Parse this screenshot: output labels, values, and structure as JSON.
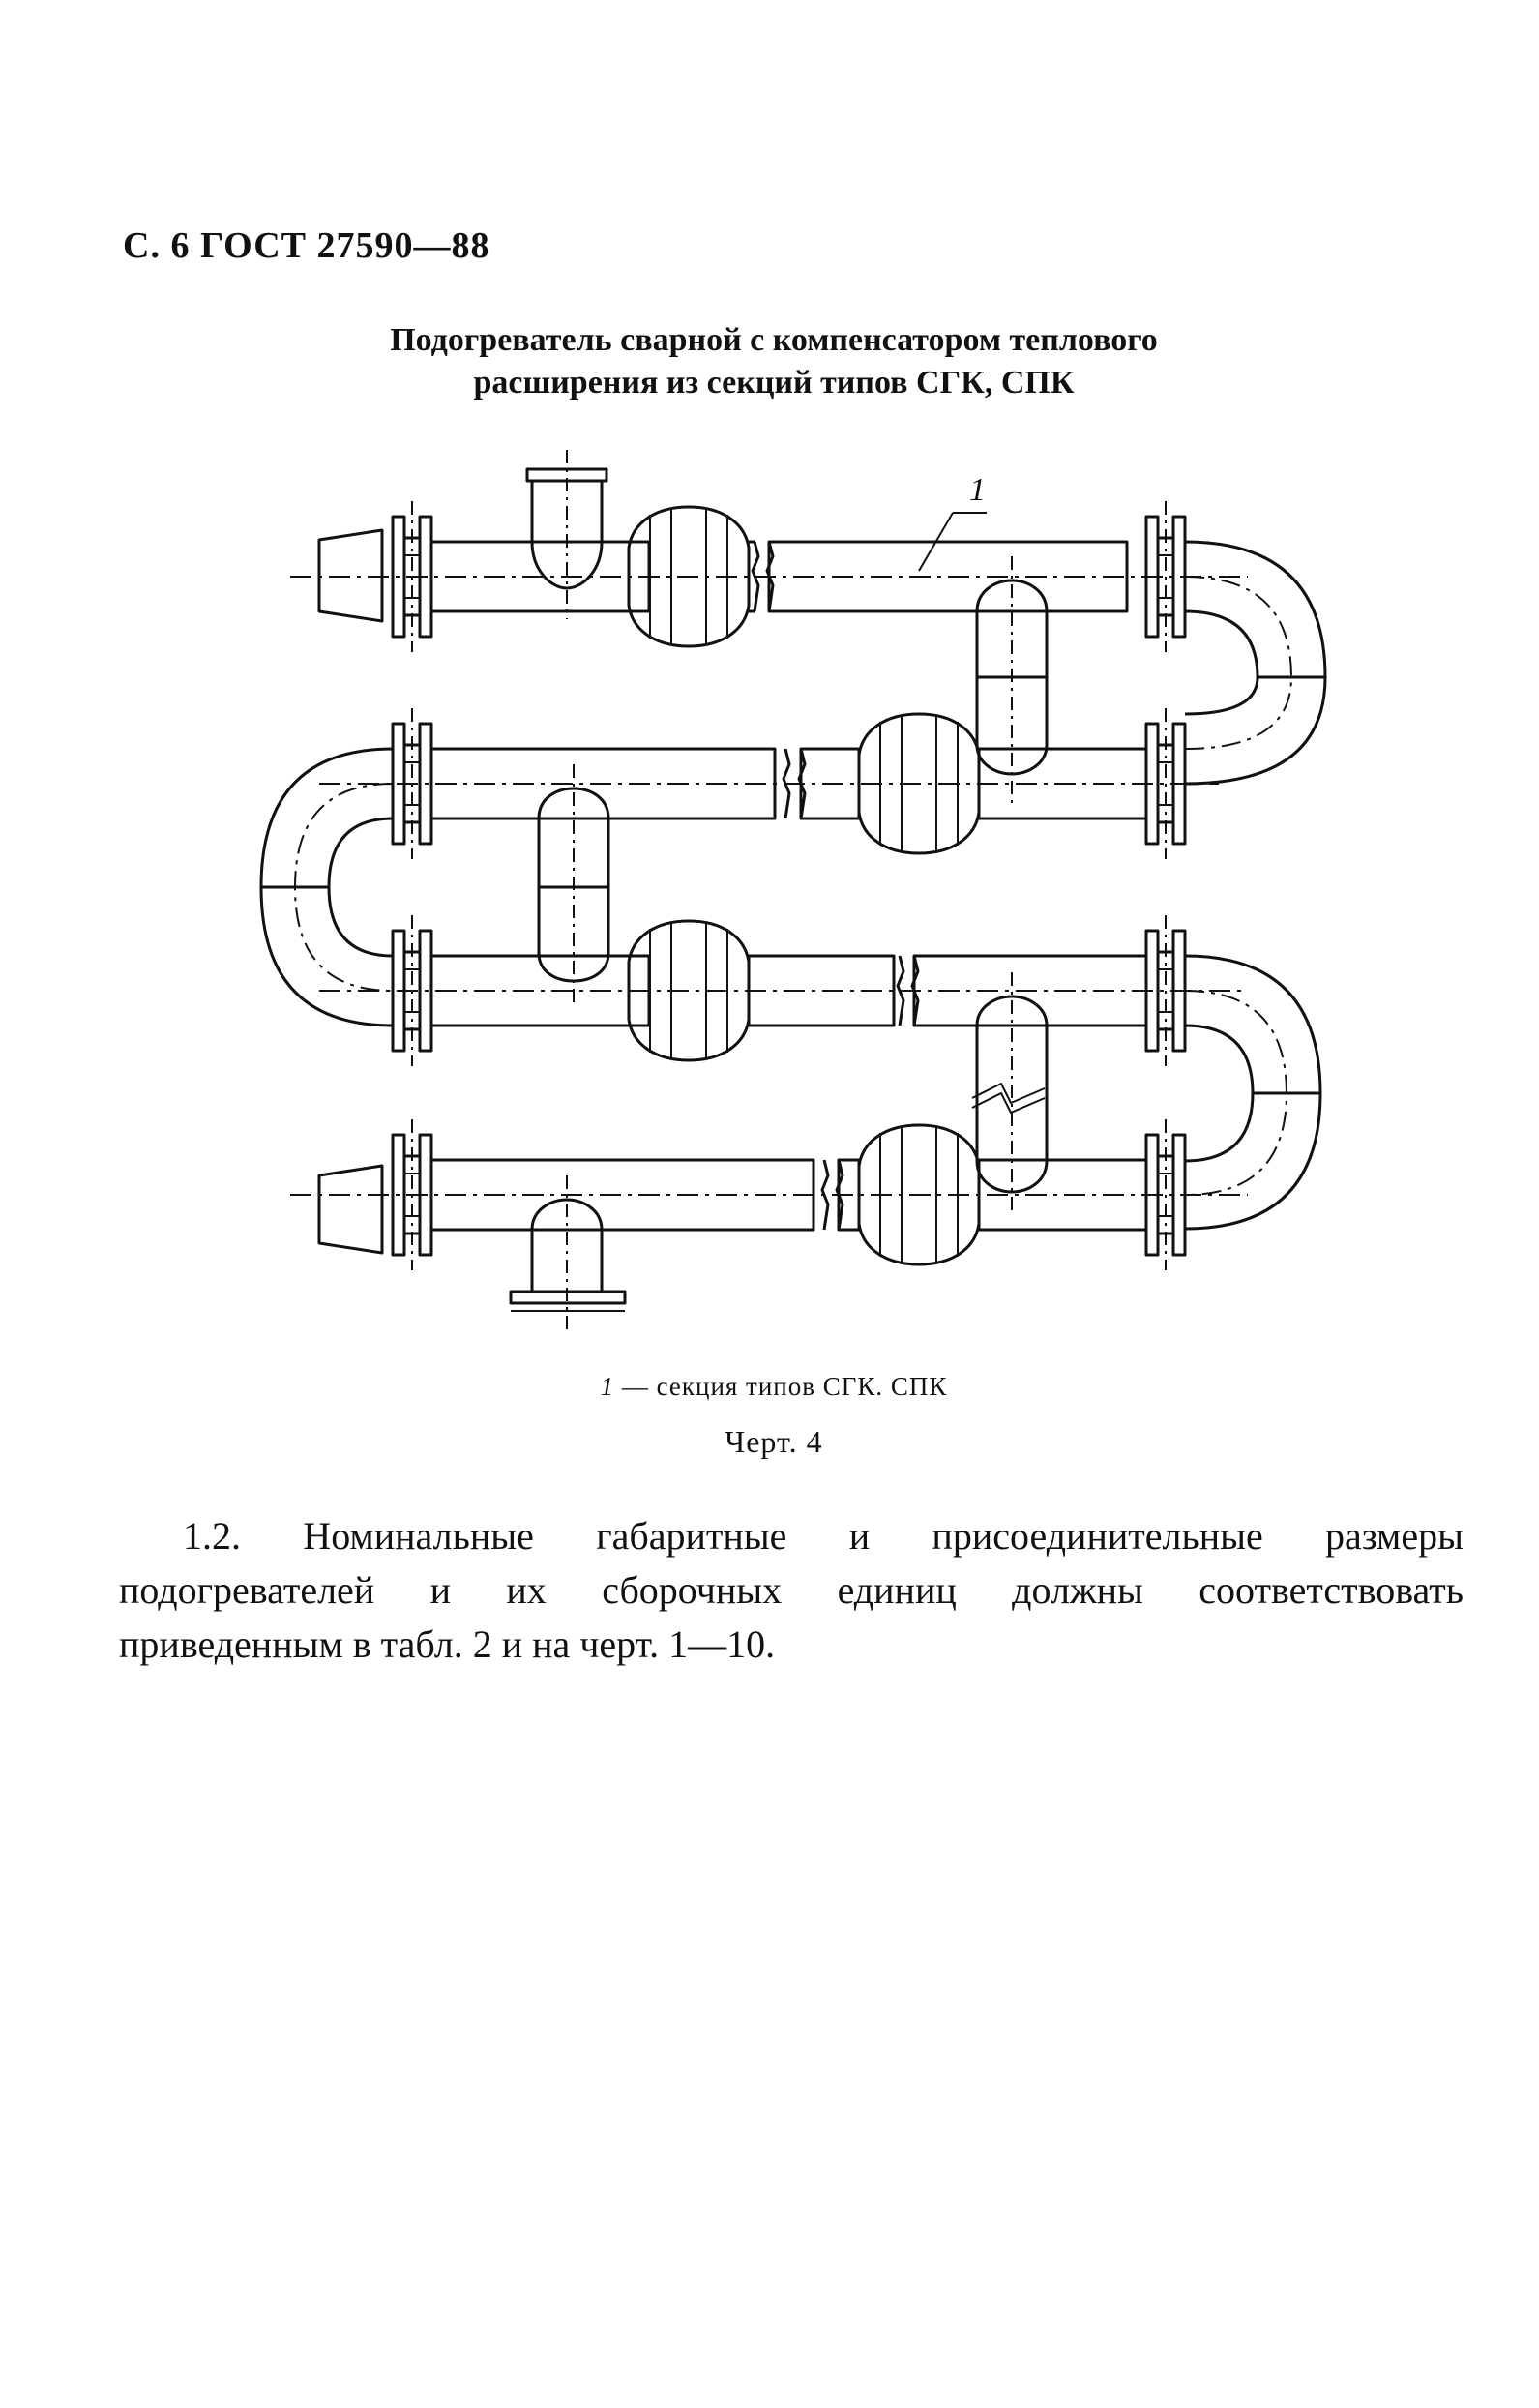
{
  "header": {
    "page_ref": "С. 6 ГОСТ 27590—88"
  },
  "figure": {
    "title_line1": "Подогреватель сварной с компенсатором теплового",
    "title_line2": "расширения из секций типов СГК, СПК",
    "callout": "1",
    "caption_number": "1",
    "caption_text": " — секция типов СГК. СПК",
    "label": "Черт. 4"
  },
  "paragraph": {
    "line1": "1.2. Номинальные габаритные и присоединительные размеры",
    "line2": "подогревателей и их сборочных единиц должны соответствовать",
    "line3": "приведенным в табл. 2 и на черт. 1—10."
  }
}
